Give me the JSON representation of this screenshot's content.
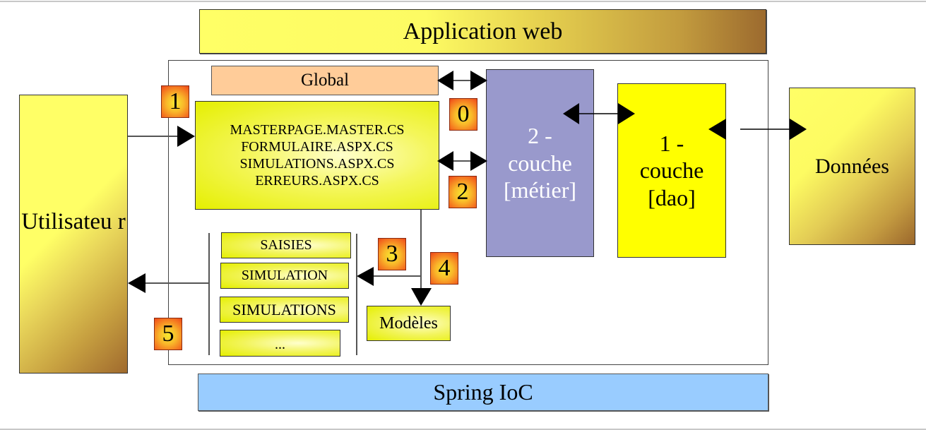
{
  "diagram": {
    "title_band": "Application web",
    "footer_band": "Spring IoC",
    "actors": {
      "user": "Utilisateu r",
      "data": "Données"
    },
    "layers": {
      "global": "Global",
      "pages": [
        "MASTERPAGE.MASTER.CS",
        "FORMULAIRE.ASPX.CS",
        "SIMULATIONS.ASPX.CS",
        "ERREURS.ASPX.CS"
      ],
      "metier": [
        "2 -",
        "couche",
        "[métier]"
      ],
      "dao": [
        "1 -",
        "couche",
        "[dao]"
      ],
      "models": "Modèles"
    },
    "views": [
      "SAISIES",
      "SIMULATION",
      "SIMULATIONS",
      "..."
    ],
    "steps": [
      "0",
      "1",
      "2",
      "3",
      "4",
      "5"
    ],
    "colors": {
      "metier": "#9999cc",
      "dao": "#ffff00",
      "global": "#ffcc99",
      "spring": "#99ccff",
      "badge": "#f3641d"
    }
  }
}
